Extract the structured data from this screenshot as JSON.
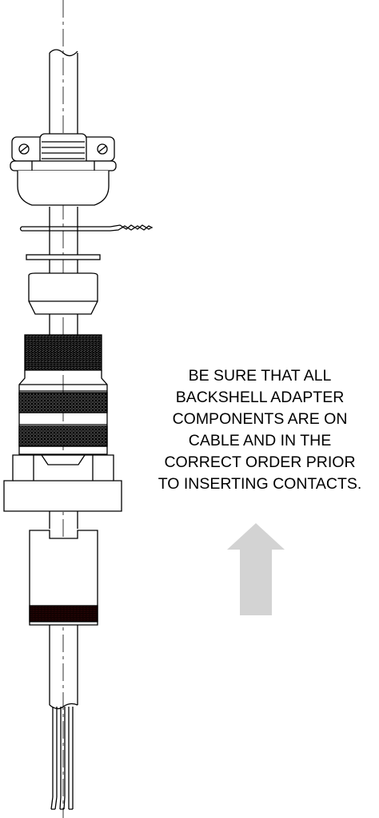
{
  "instruction": {
    "lines": [
      "BE SURE THAT ALL",
      "BACKSHELL ADAPTER",
      "COMPONENTS ARE ON",
      "CABLE AND IN THE",
      "CORRECT ORDER PRIOR",
      "TO INSERTING CONTACTS."
    ]
  },
  "colors": {
    "line": "#000000",
    "arrow": "#d3d3d3",
    "thread_band": "#5a1414"
  }
}
